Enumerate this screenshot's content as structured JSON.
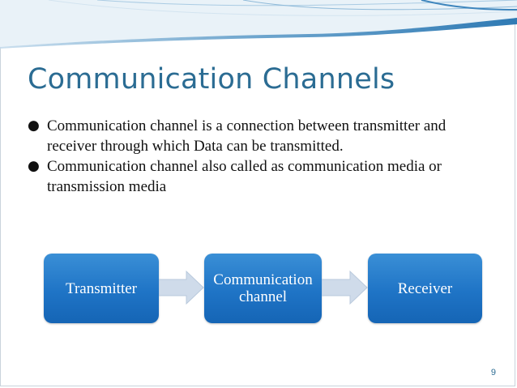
{
  "slide": {
    "title": "Communication Channels",
    "bullets": [
      "Communication channel is a connection between transmitter and receiver through which Data can be transmitted.",
      "Communication channel also called as communication media or transmission media"
    ],
    "bullet_glyph": "●",
    "page_number": "9"
  },
  "diagram": {
    "boxes": [
      {
        "label": "Transmitter"
      },
      {
        "label_line1": "Communication",
        "label_line2": "channel"
      },
      {
        "label": "Receiver"
      }
    ]
  },
  "colors": {
    "title": "#2b6c93",
    "box_fill": "#1f74c6",
    "arrow_fill": "#cfdbea",
    "header_wave": "#4b8fc0"
  }
}
